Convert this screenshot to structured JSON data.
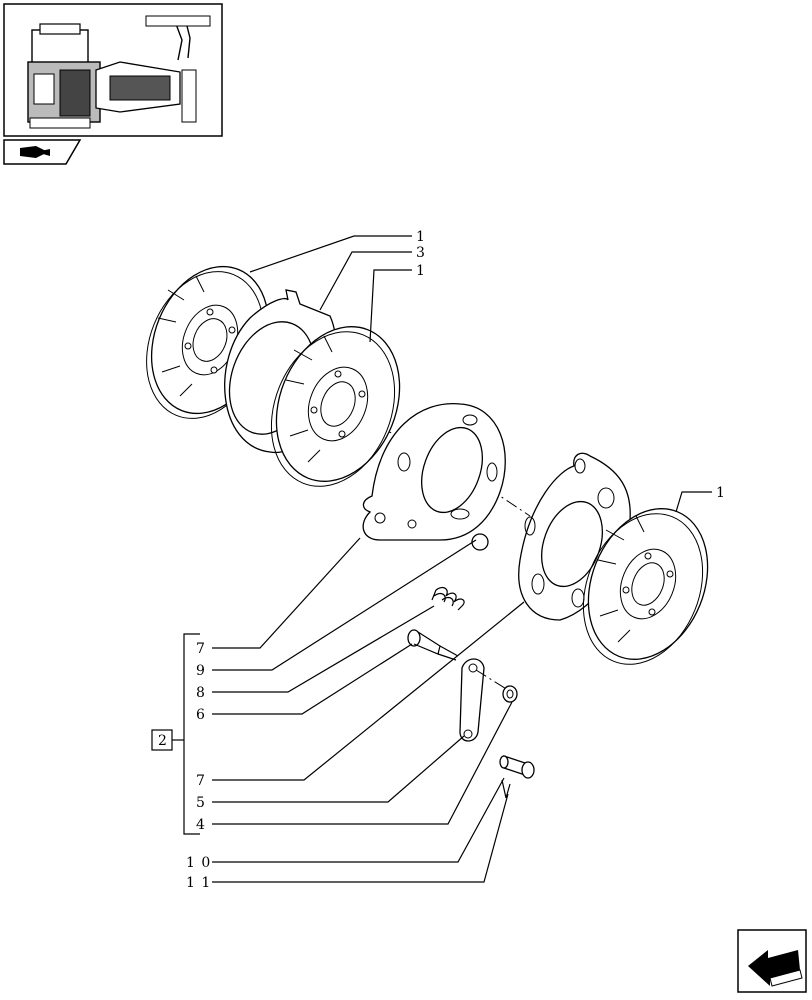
{
  "callouts": {
    "top_1a": "1",
    "top_3": "3",
    "top_1b": "1",
    "right_1": "1",
    "group_ref": "2"
  },
  "left_labels": [
    "7",
    "9",
    "8",
    "6",
    "7",
    "5",
    "4",
    "1 0",
    "1 1"
  ],
  "icons": {
    "thumbnail": "tractor-overview-thumbnail",
    "thumbnail_badge": "book-arrow-icon",
    "nav_arrow": "back-arrow-icon"
  }
}
